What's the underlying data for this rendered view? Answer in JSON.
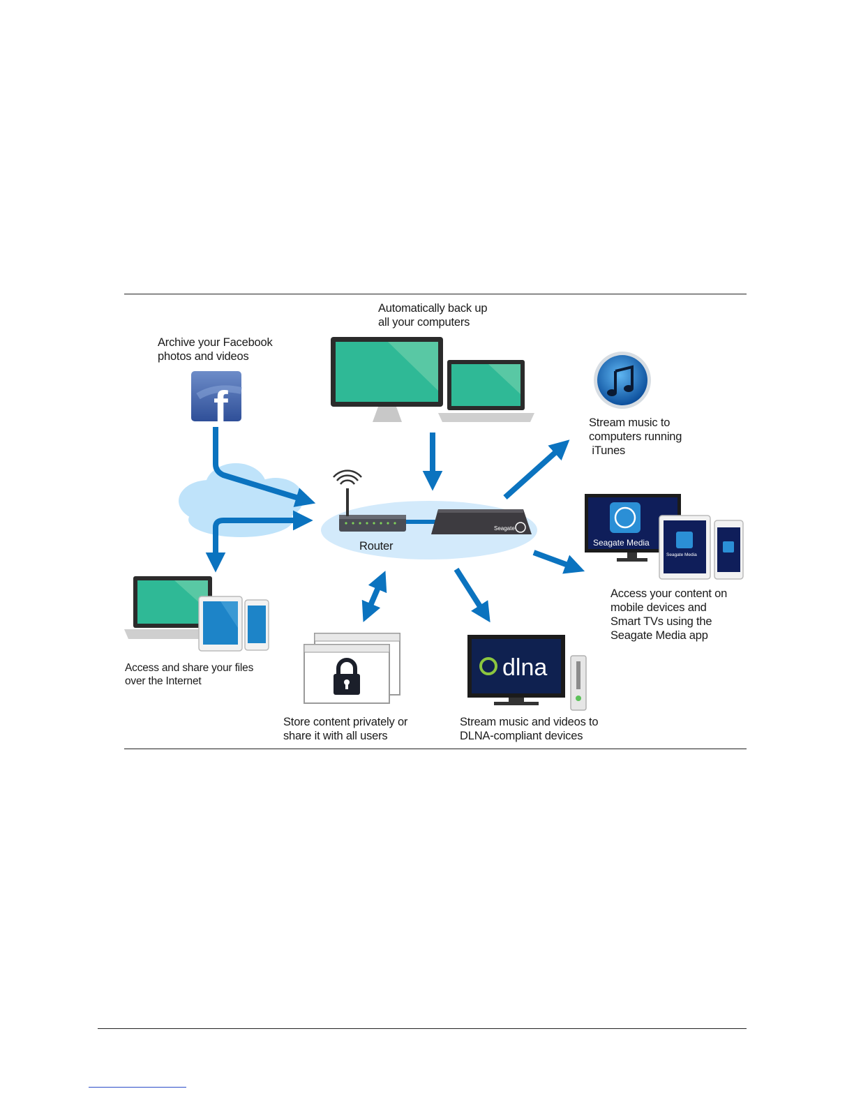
{
  "captions": {
    "backup": "Automatically back up\nall your computers",
    "facebook": "Archive your Facebook\nphotos and videos",
    "itunes": "Stream music to\ncomputers running\n iTunes",
    "mobile": "Access your content on\nmobile devices and\nSmart TVs using the\nSeagate Media app",
    "internet": "Access and share your files\nover the Internet",
    "private": "Store content privately or\nshare it with all users",
    "dlna": "Stream music and videos to\nDLNA-compliant devices"
  },
  "labels": {
    "router": "Router",
    "nas_brand": "Seagate",
    "app_name": "Seagate Media",
    "app_name_small": "Seagate Media",
    "dlna_logo": "dlna",
    "facebook_logo": "f"
  },
  "colors": {
    "arrow": "#0b73bf",
    "screen": "#2fb996",
    "cloud": "#bfe3fa",
    "hub": "#d3eafb"
  }
}
